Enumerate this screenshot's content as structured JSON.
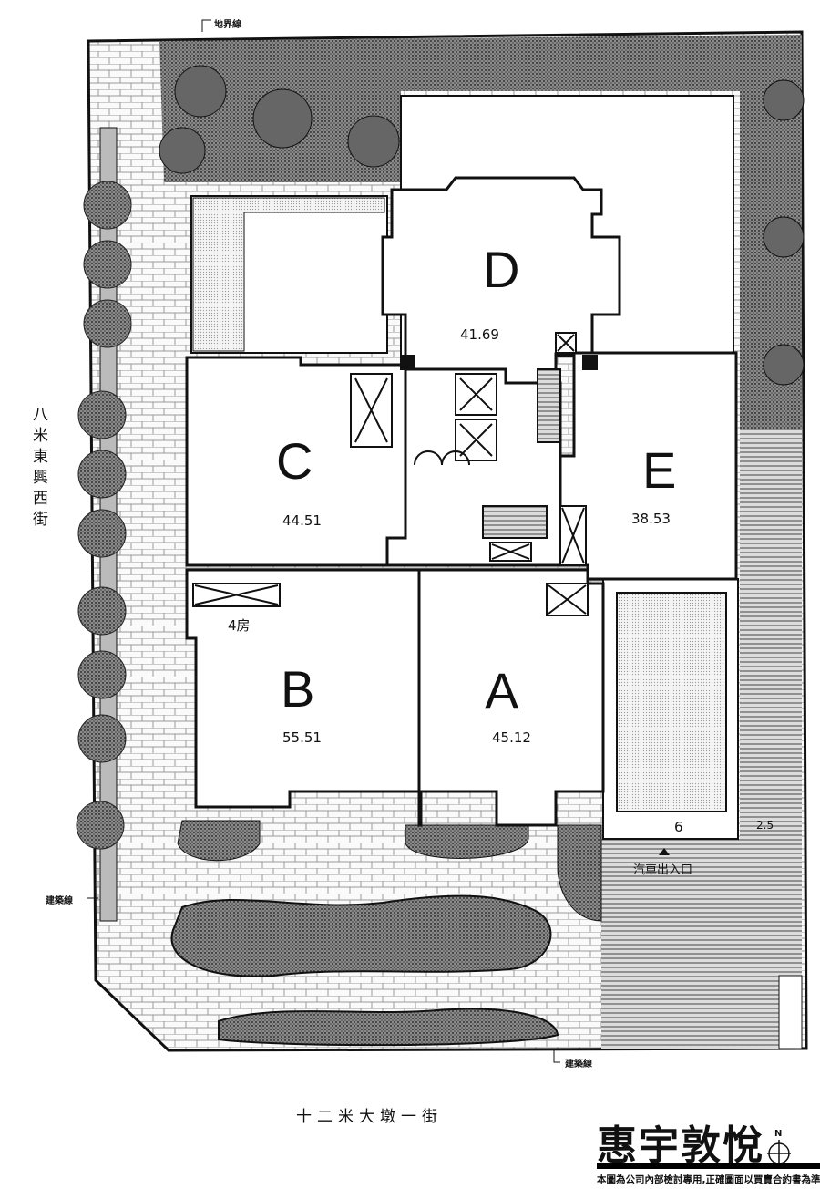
{
  "labels": {
    "property_line": "地界線",
    "building_line_left": "建築線",
    "building_line_bottom": "建築線",
    "west_street": "八米東興西街",
    "south_street": "十二米大墩一街",
    "car_entrance": "汽車出入口",
    "dim_6": "6",
    "dim_25": "2.5",
    "bedroom_note": "4房"
  },
  "units": [
    {
      "id": "D",
      "area": "41.69"
    },
    {
      "id": "C",
      "area": "44.51"
    },
    {
      "id": "E",
      "area": "38.53"
    },
    {
      "id": "B",
      "area": "55.51"
    },
    {
      "id": "A",
      "area": "45.12"
    }
  ],
  "footer": {
    "project_name": "惠宇敦悅",
    "north": "N",
    "disclaimer": "本圖為公司內部檢討專用,正確圖面以買賣合約書為準"
  },
  "colors": {
    "ink": "#111111",
    "paving": "#f2f2f2",
    "green": "#555555"
  }
}
